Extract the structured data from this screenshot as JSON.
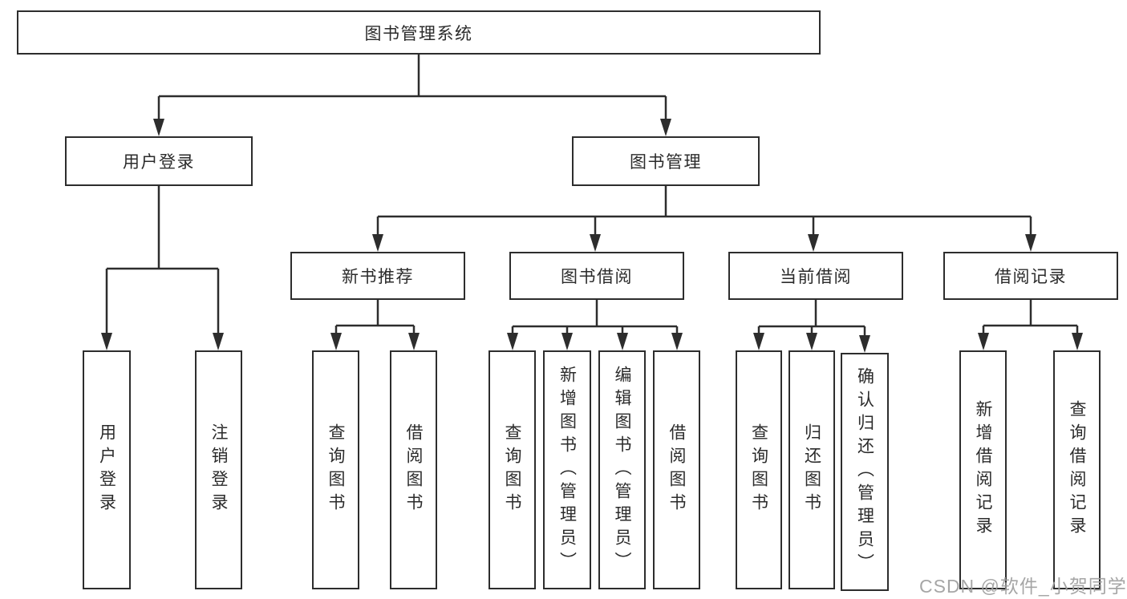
{
  "diagram": {
    "title": "图书管理系统",
    "branches": [
      {
        "label": "用户登录",
        "children": [
          {
            "label": "用户登录"
          },
          {
            "label": "注销登录"
          }
        ]
      },
      {
        "label": "图书管理",
        "children": [
          {
            "label": "新书推荐",
            "children": [
              {
                "label": "查询图书"
              },
              {
                "label": "借阅图书"
              }
            ]
          },
          {
            "label": "图书借阅",
            "children": [
              {
                "label": "查询图书"
              },
              {
                "label": "新增图书（管理员）"
              },
              {
                "label": "编辑图书（管理员）"
              },
              {
                "label": "借阅图书"
              }
            ]
          },
          {
            "label": "当前借阅",
            "children": [
              {
                "label": "查询图书"
              },
              {
                "label": "归还图书"
              },
              {
                "label": "确认归还（管理员）"
              }
            ]
          },
          {
            "label": "借阅记录",
            "children": [
              {
                "label": "新增借阅记录"
              },
              {
                "label": "查询借阅记录"
              }
            ]
          }
        ]
      }
    ]
  },
  "watermark": "CSDN @软件_小贺同学"
}
